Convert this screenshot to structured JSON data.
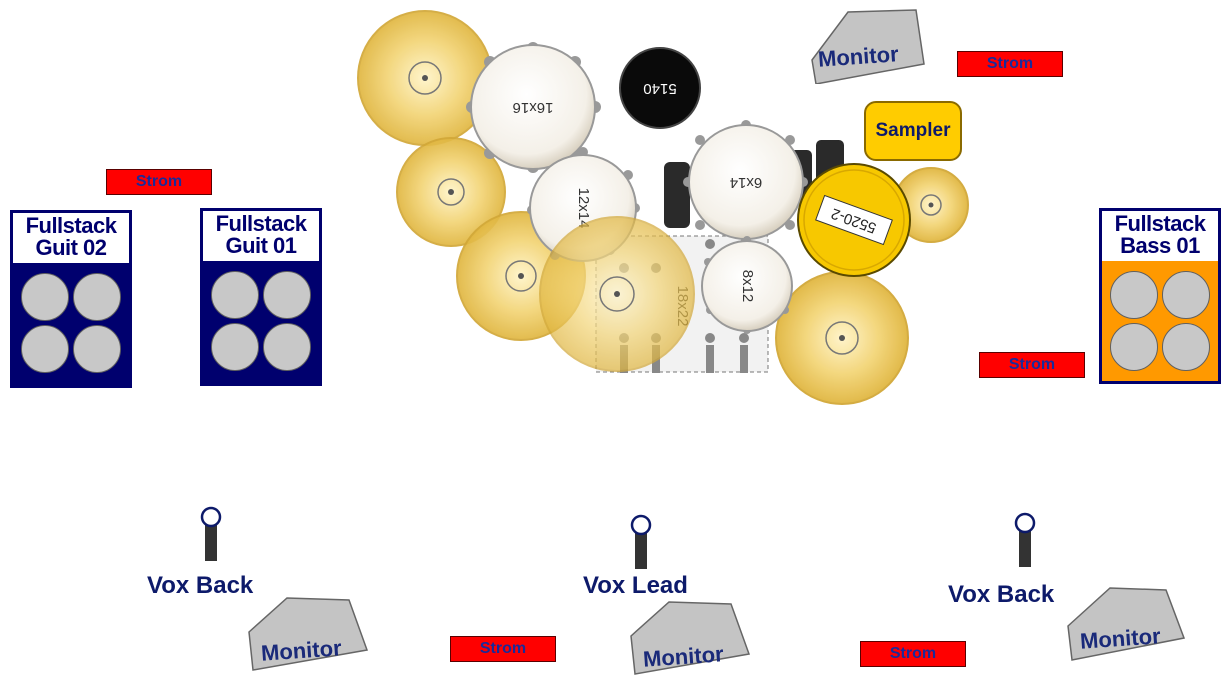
{
  "power": {
    "label": "Strom"
  },
  "amps": {
    "guit02": {
      "line1": "Fullstack",
      "line2": "Guit 02"
    },
    "guit01": {
      "line1": "Fullstack",
      "line2": "Guit 01"
    },
    "bass01": {
      "line1": "Fullstack",
      "line2": "Bass 01"
    }
  },
  "monitor": {
    "label": "Monitor"
  },
  "drums": {
    "tom_16x16": "16x16",
    "snare_5140": "5140",
    "tom_12x14": "12x14",
    "tom_6x14": "6x14",
    "tom_8x12": "8x12",
    "kick_18x22": "18x22",
    "snare_5520": "5520-2"
  },
  "sampler": {
    "label": "Sampler"
  },
  "vocals": {
    "left": "Vox Back",
    "center": "Vox Lead",
    "right": "Vox Back"
  },
  "colors": {
    "power": "#ff0000",
    "amp_guitar": "#00006e",
    "amp_bass": "#ff9900",
    "cymbal": "#f0c850",
    "monitor": "#c4c4c4",
    "sampler": "#ffcc00"
  }
}
